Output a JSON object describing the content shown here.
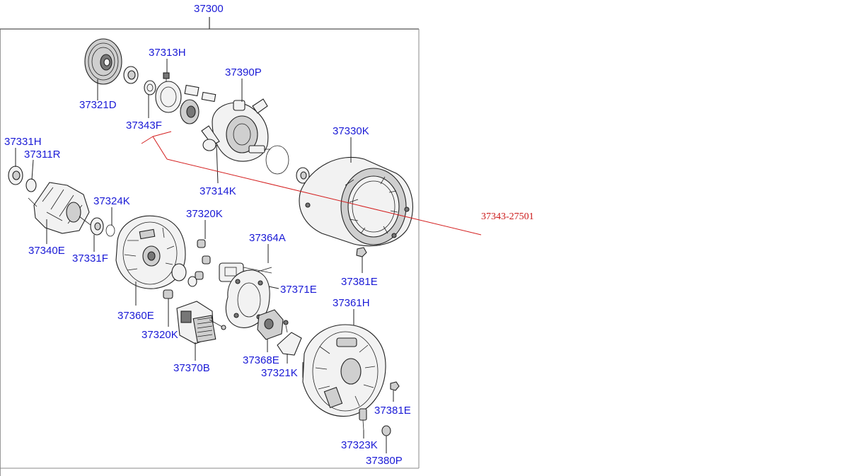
{
  "diagram": {
    "assembly_number": "37300",
    "callout_number": "37343-27501",
    "colors": {
      "label": "#1a1ad6",
      "callout": "#cc1a1a",
      "frame": "#555555",
      "background": "#ffffff"
    },
    "labels": {
      "p37321D": "37321D",
      "p37313H": "37313H",
      "p37390P": "37390P",
      "p37343F": "37343F",
      "p37330K": "37330K",
      "p37331H": "37331H",
      "p37311R": "37311R",
      "p37314K": "37314K",
      "p37324K": "37324K",
      "p37320K_top": "37320K",
      "p37340E": "37340E",
      "p37331F": "37331F",
      "p37364A": "37364A",
      "p37381E_top": "37381E",
      "p37371E": "37371E",
      "p37361H": "37361H",
      "p37360E": "37360E",
      "p37320K_bottom": "37320K",
      "p37368E": "37368E",
      "p37321K": "37321K",
      "p37370B": "37370B",
      "p37381E_bottom": "37381E",
      "p37323K": "37323K",
      "p37380P": "37380P"
    }
  }
}
